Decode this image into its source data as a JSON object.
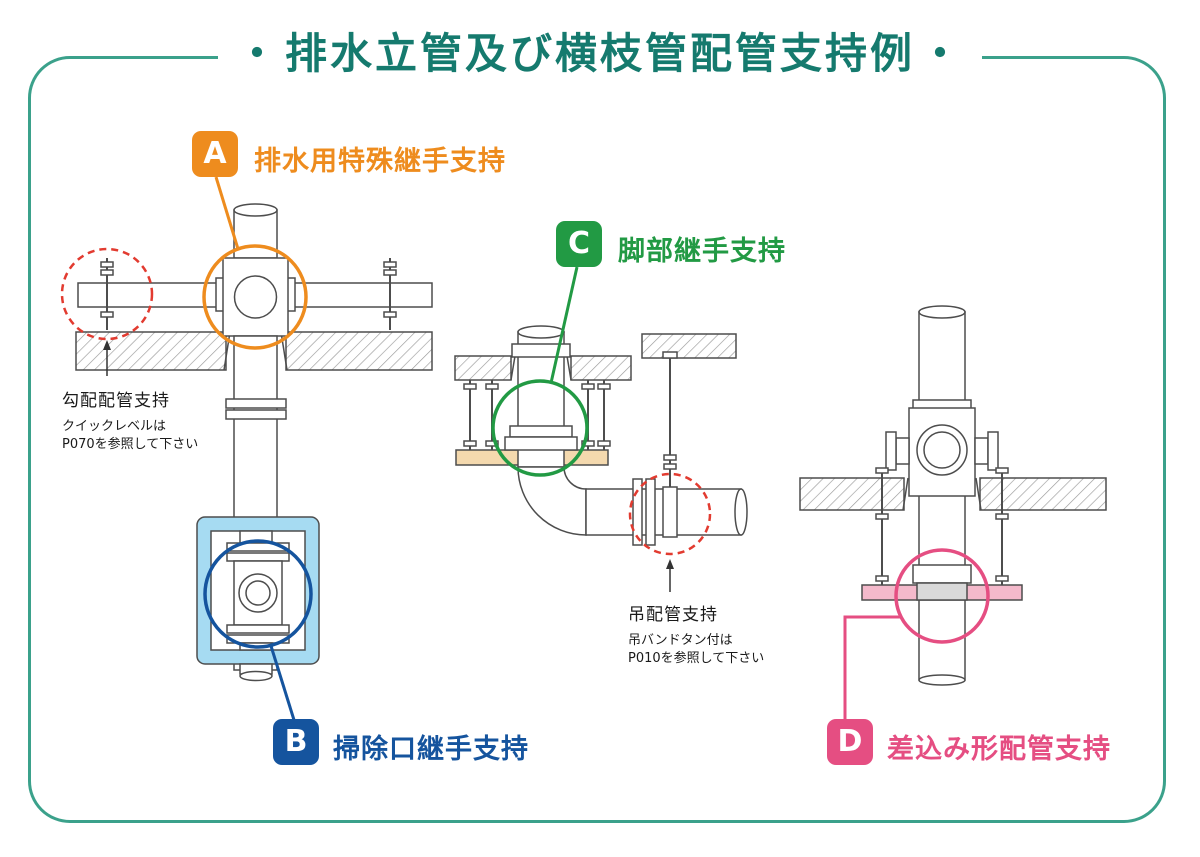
{
  "title": {
    "text": "排水立管及び横枝管配管支持例",
    "dot": "・"
  },
  "callouts": {
    "a": {
      "letter": "A",
      "label": "排水用特殊継手支持"
    },
    "b": {
      "letter": "B",
      "label": "掃除口継手支持"
    },
    "c": {
      "letter": "C",
      "label": "脚部継手支持"
    },
    "d": {
      "letter": "D",
      "label": "差込み形配管支持"
    }
  },
  "notes": {
    "slope": {
      "title": "勾配配管支持",
      "line1": "クイックレベルは",
      "line2": "P070を参照して下さい"
    },
    "hanger": {
      "title": "吊配管支持",
      "line1": "吊バンドタン付は",
      "line2": "P010を参照して下さい"
    }
  },
  "colors": {
    "panel_border": "#3BA18B",
    "title_text": "#157A6E",
    "callout_a": "#EE8C1E",
    "callout_b": "#15549E",
    "callout_c": "#229A44",
    "callout_d": "#E54E82",
    "warning_dashed": "#E23B30",
    "cleanout_box_blue": "#A6DBF2",
    "support_plate_beige": "#F4D9AE",
    "support_plate_pink": "#F4B9CB",
    "line_art": "#4D4D4D"
  }
}
